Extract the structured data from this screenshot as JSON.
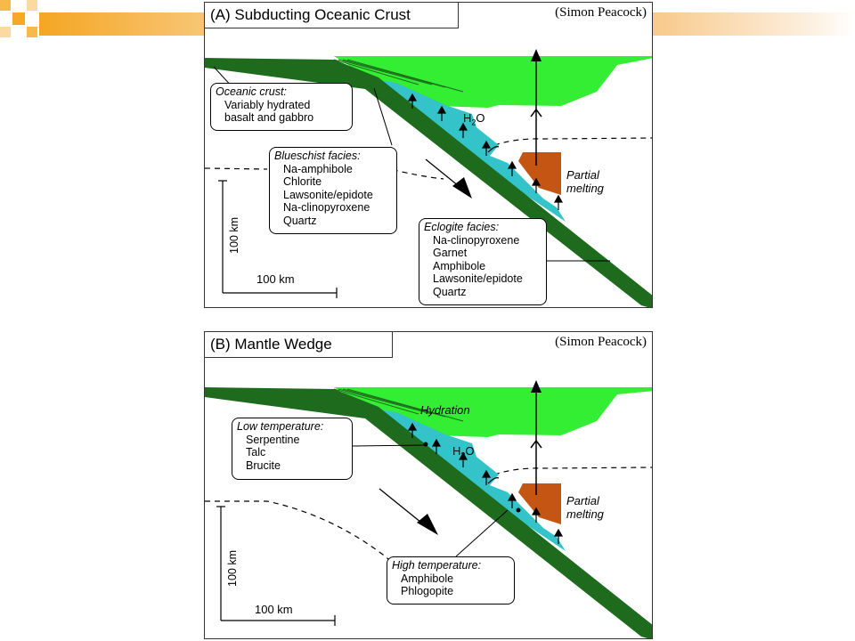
{
  "colors": {
    "mantle_green": "#33ee33",
    "crust_dark_green": "#1e6b1e",
    "hydrated_cyan": "#33c3c9",
    "melt_orange": "#c45512",
    "slide_accent": "#f5a623"
  },
  "panel_a": {
    "title": "(A) Subducting Oceanic Crust",
    "credit": "(Simon Peacock)",
    "h2o": {
      "main": "H",
      "sub": "2",
      "rest": "O"
    },
    "oceanic_crust": {
      "heading": "Oceanic crust:",
      "items": [
        "Variably hydrated",
        "basalt and gabbro"
      ]
    },
    "blueschist": {
      "heading": "Blueschist facies:",
      "items": [
        "Na-amphibole",
        "Chlorite",
        "Lawsonite/epidote",
        "Na-clinopyroxene",
        "Quartz"
      ]
    },
    "eclogite": {
      "heading": "Eclogite facies:",
      "items": [
        "Na-clinopyroxene",
        "Garnet",
        "Amphibole",
        "Lawsonite/epidote",
        "Quartz"
      ]
    },
    "partial_melting": [
      "Partial",
      "melting"
    ],
    "scale_vertical": "100 km",
    "scale_horizontal": "100 km"
  },
  "panel_b": {
    "title": "(B) Mantle Wedge",
    "credit": "(Simon Peacock)",
    "hydration": "Hydration",
    "h2o": {
      "main": "H",
      "sub": "2",
      "rest": "O"
    },
    "low_temperature": {
      "heading": "Low temperature:",
      "items": [
        "Serpentine",
        "Talc",
        "Brucite"
      ]
    },
    "high_temperature": {
      "heading": "High temperature:",
      "items": [
        "Amphibole",
        "Phlogopite"
      ]
    },
    "partial_melting": [
      "Partial",
      "melting"
    ],
    "scale_vertical": "100 km",
    "scale_horizontal": "100 km"
  }
}
